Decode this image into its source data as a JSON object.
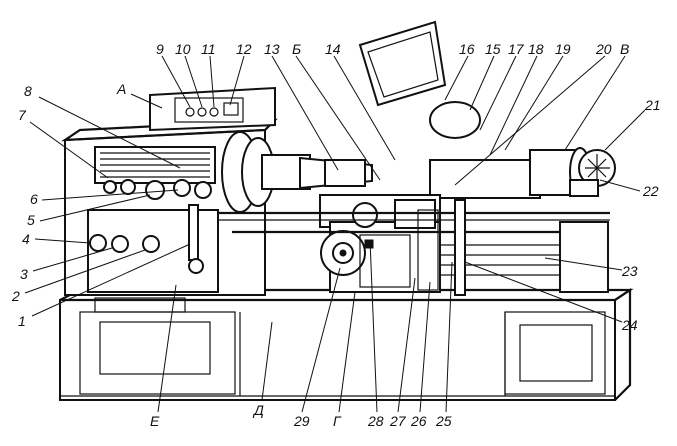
{
  "labels": {
    "n1": "1",
    "n2": "2",
    "n3": "3",
    "n4": "4",
    "n5": "5",
    "n6": "6",
    "n7": "7",
    "n8": "8",
    "n9": "9",
    "n10": "10",
    "n11": "11",
    "n12": "12",
    "n13": "13",
    "n14": "14",
    "n15": "15",
    "n16": "16",
    "n17": "17",
    "n18": "18",
    "n19": "19",
    "n20": "20",
    "n21": "21",
    "n22": "22",
    "n23": "23",
    "n24": "24",
    "n25": "25",
    "n26": "26",
    "n27": "27",
    "n28": "28",
    "n29": "29",
    "a": "А",
    "b": "Б",
    "v": "В",
    "g": "Г",
    "d": "Д",
    "e": "Е"
  }
}
